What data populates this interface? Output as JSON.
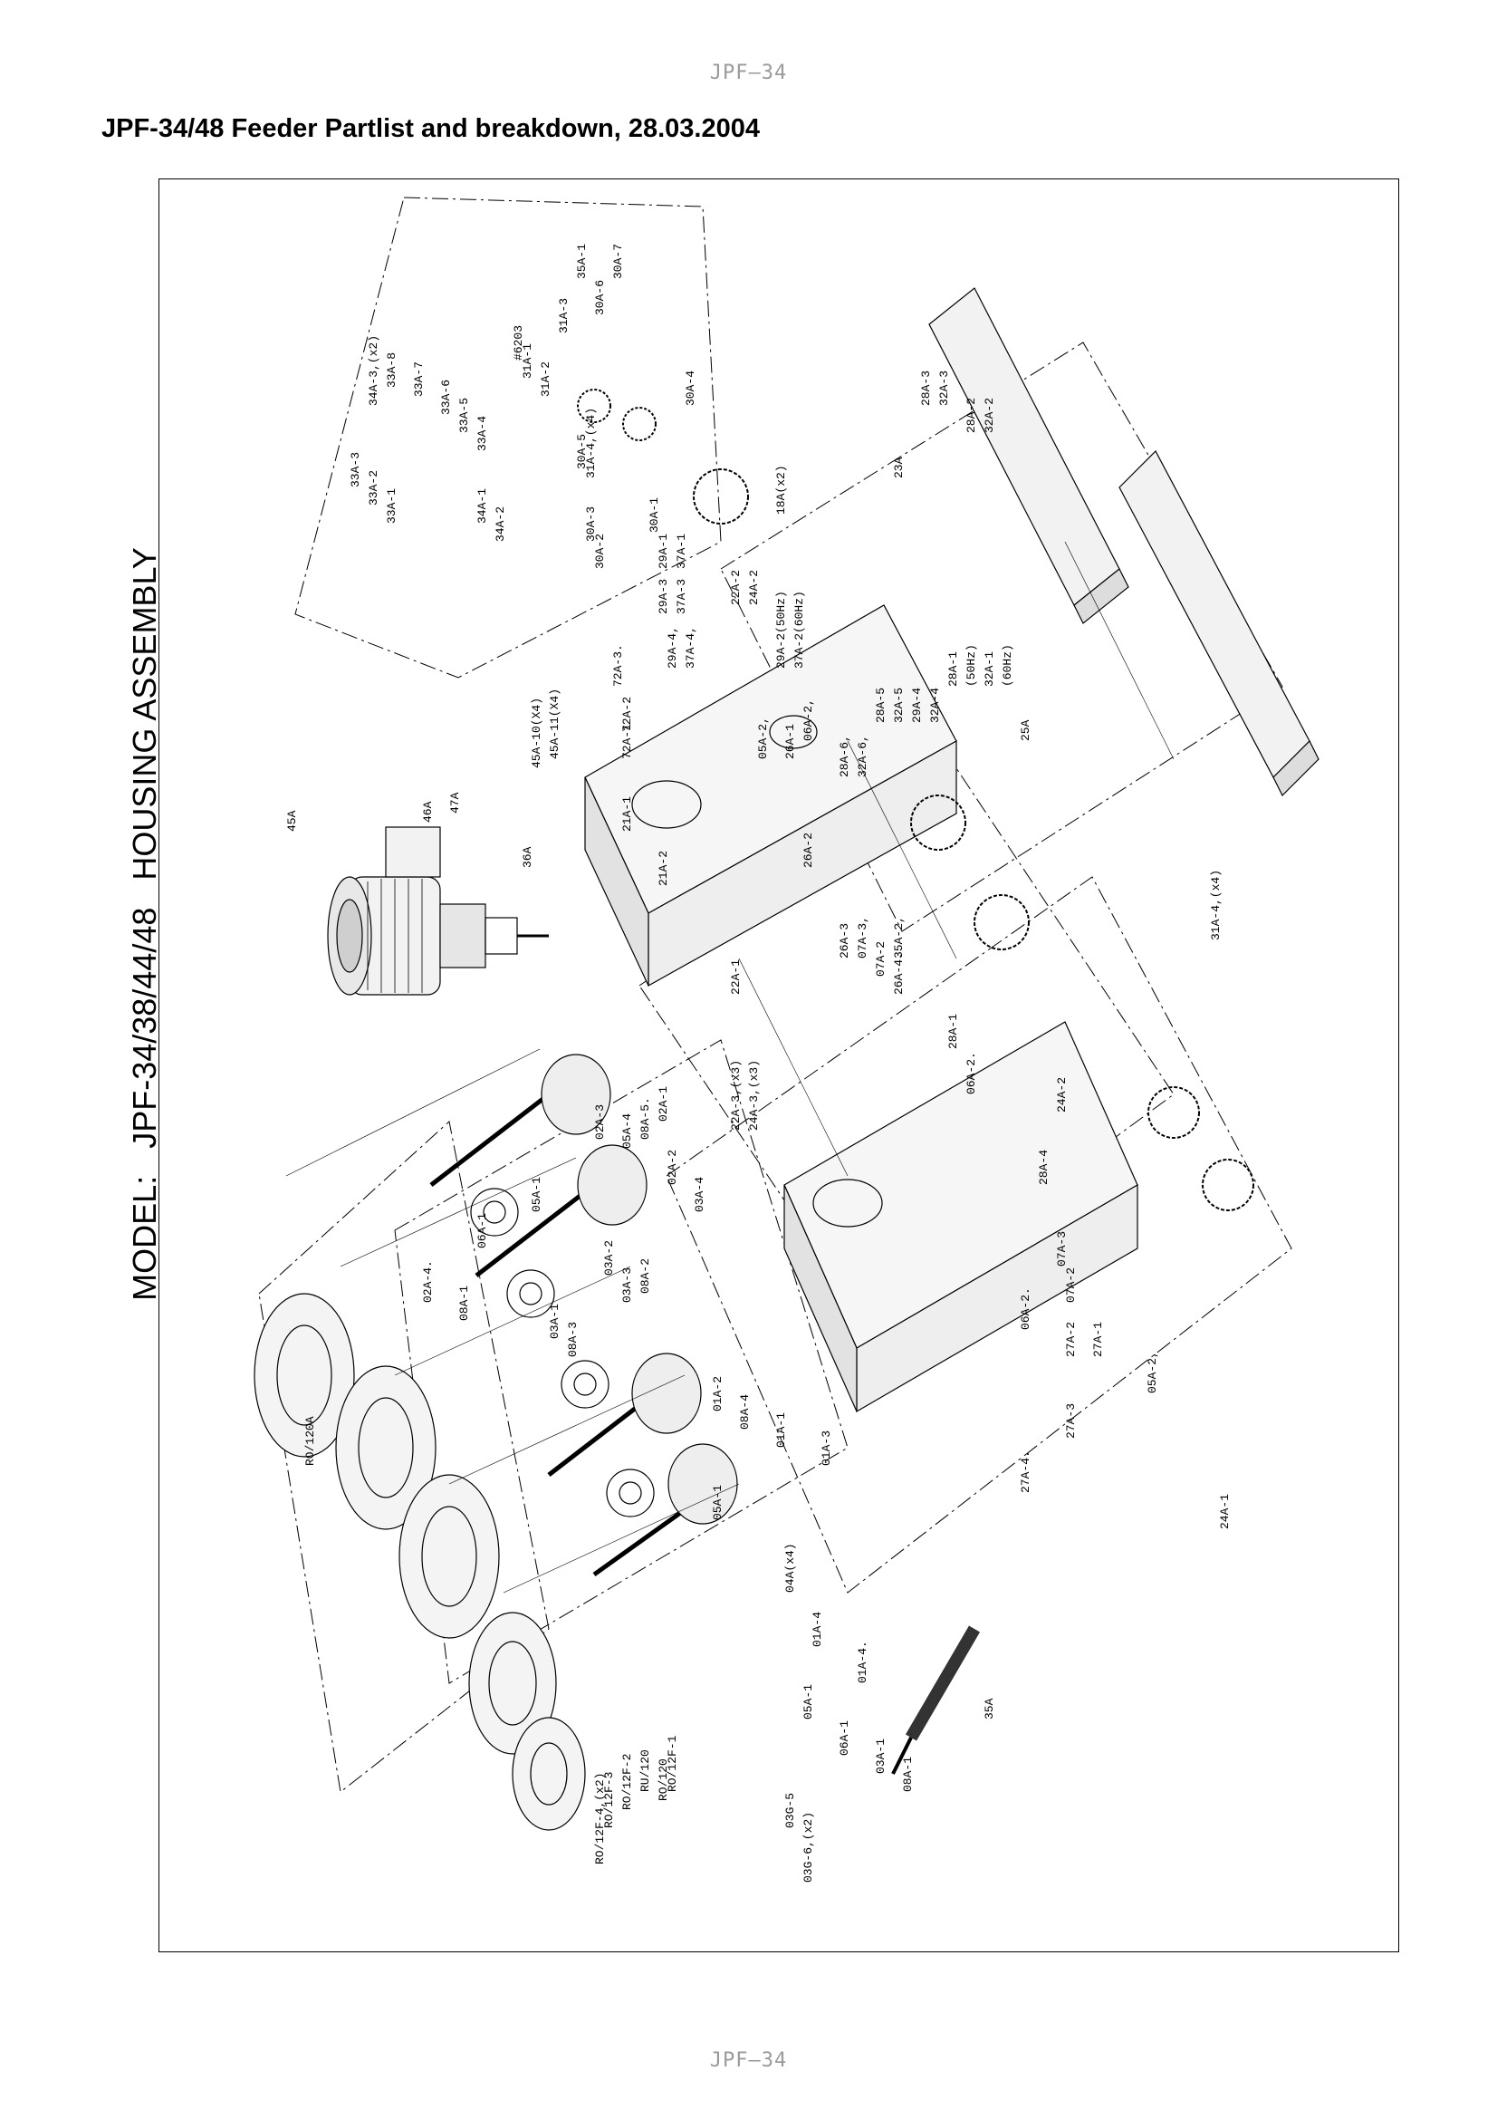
{
  "page": {
    "header_code": "JPF–34",
    "footer_code": "JPF–34",
    "title": "JPF-34/48 Feeder Partlist and breakdown, 28.03.2004",
    "model_line": "MODEL:   JPF-34/38/44/48   HOUSING ASSEMBLY"
  },
  "diagram": {
    "type": "exploded-parts-drawing",
    "callouts": [
      "45A",
      "47A",
      "46A",
      "45A-10(X4)",
      "45A-11(X4)",
      "36A",
      "21A-1",
      "21A-2",
      "72A-3.",
      "72A-2",
      "72A-1",
      "22A-1",
      "22A-3,(x3)",
      "24A-3,(x3)",
      "34A-3,(x2)",
      "33A-8",
      "33A-7",
      "33A-6",
      "33A-5",
      "33A-4",
      "33A-3",
      "33A-2",
      "33A-1",
      "34A-1",
      "34A-2",
      "#6203",
      "31A-1",
      "31A-2",
      "31A-3",
      "35A-1",
      "30A-6",
      "30A-7",
      "31A-4,(x4)",
      "30A-4",
      "30A-5",
      "30A-3",
      "30A-2",
      "30A-1",
      "29A-1",
      "37A-1",
      "29A-3",
      "37A-3",
      "29A-4,",
      "37A-4,",
      "22A-2",
      "24A-2",
      "29A-2(50Hz)",
      "37A-2(60Hz)",
      "05A-2,",
      "26A-1",
      "06A-2,",
      "28A-6,",
      "32A-6,",
      "28A-5",
      "32A-5",
      "29A-4",
      "32A-4",
      "28A-1",
      "(50Hz)",
      "32A-1",
      "(60Hz)",
      "07A-3,",
      "07A-2",
      "35A-2,",
      "26A-2",
      "26A-3",
      "26A-4.",
      "28A-1",
      "06A-2.",
      "18A(x2)",
      "23A",
      "28A-3",
      "32A-3",
      "28A-2",
      "32A-2",
      "25A",
      "02A-3",
      "05A-4",
      "02A-1",
      "08A-5.",
      "02A-2",
      "03A-4",
      "05A-1",
      "06A-1",
      "03A-2",
      "03A-3",
      "08A-2",
      "03A-1",
      "08A-3",
      "02A-4.",
      "08A-1",
      "01A-2",
      "08A-4",
      "01A-1",
      "01A-3",
      "05A-1",
      "04A(x4)",
      "01A-4",
      "01A-4.",
      "05A-1",
      "06A-1",
      "03A-1",
      "08A-1",
      "RO/120A",
      "RO/12F-1",
      "RO/12F-2",
      "RO/12F-3",
      "RO/12F-4,(x2)",
      "RU/120",
      "RO/120",
      "03G-5",
      "03G-6,(x2)",
      "27A-2",
      "27A-1",
      "27A-3",
      "27A-4.",
      "24A-1",
      "24A-2",
      "28A-4",
      "07A-3",
      "07A-2",
      "06A-2.",
      "05A-2,",
      "35A",
      "31A-4,(x4)"
    ]
  }
}
